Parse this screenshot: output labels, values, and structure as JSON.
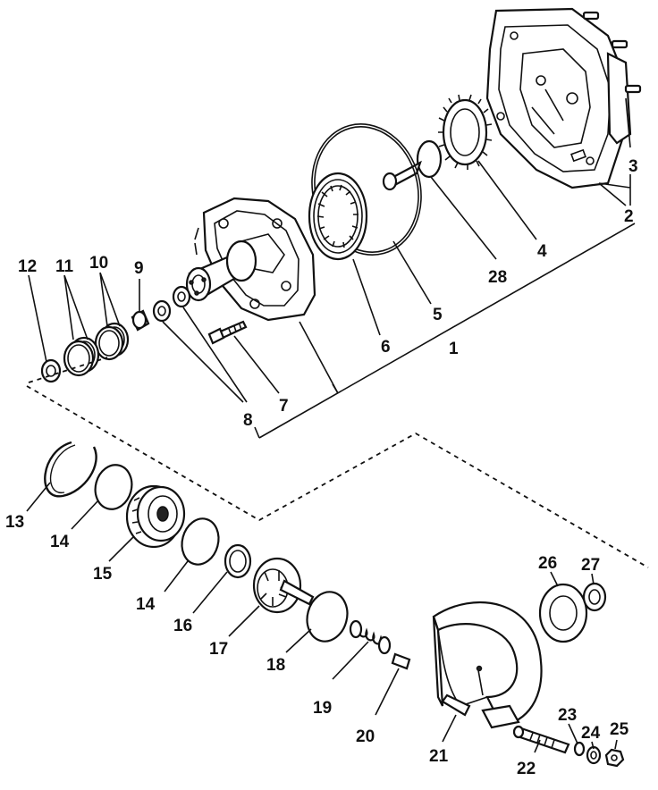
{
  "labels": {
    "l1": "1",
    "l2": "2",
    "l3": "3",
    "l4": "4",
    "l5": "5",
    "l6": "6",
    "l7": "7",
    "l8": "8",
    "l9": "9",
    "l10": "10",
    "l11": "11",
    "l12": "12",
    "l13": "13",
    "l14a": "14",
    "l14b": "14",
    "l15": "15",
    "l16": "16",
    "l17": "17",
    "l18": "18",
    "l19": "19",
    "l20": "20",
    "l21": "21",
    "l22": "22",
    "l23": "23",
    "l24": "24",
    "l25": "25",
    "l26": "26",
    "l27": "27",
    "l28": "28"
  }
}
